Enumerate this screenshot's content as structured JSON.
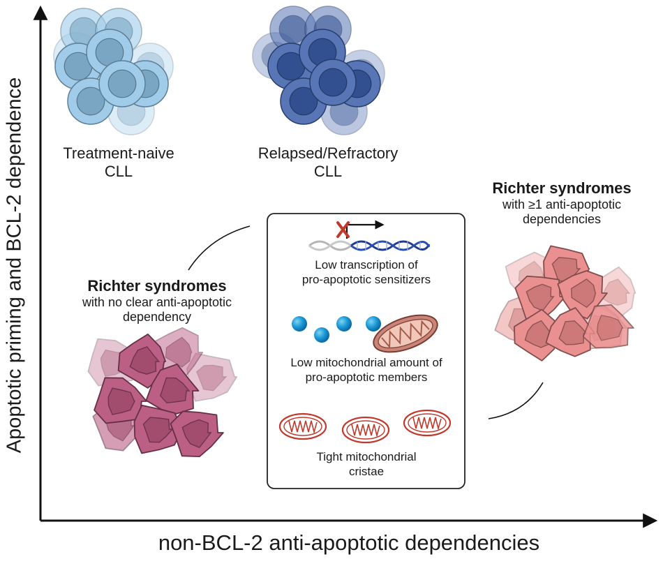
{
  "axes": {
    "x_label": "non-BCL-2 anti-apoptotic dependencies",
    "y_label": "Apoptotic priming and BCL-2 dependence"
  },
  "clusters": {
    "treatment_naive": {
      "line1": "Treatment-naive",
      "line2": "CLL",
      "color": "#8fc3e6"
    },
    "relapsed": {
      "line1": "Relapsed/Refractory",
      "line2": "CLL",
      "color": "#3b5ea8"
    },
    "richter_none": {
      "title": "Richter syndromes",
      "line1": "with no clear anti-apoptotic",
      "line2": "dependency",
      "color": "#b8577d"
    },
    "richter_dep": {
      "title": "Richter syndromes",
      "line1": "with ≥1 anti-apoptotic",
      "line2": "dependencies",
      "color": "#ea8a8a"
    }
  },
  "mechanisms": [
    {
      "line1": "Low transcription of",
      "line2": "pro-apoptotic sensitizers"
    },
    {
      "line1": "Low mitochondrial amount of",
      "line2": "pro-apoptotic members"
    },
    {
      "line1": "Tight mitochondrial",
      "line2": "cristae"
    }
  ]
}
